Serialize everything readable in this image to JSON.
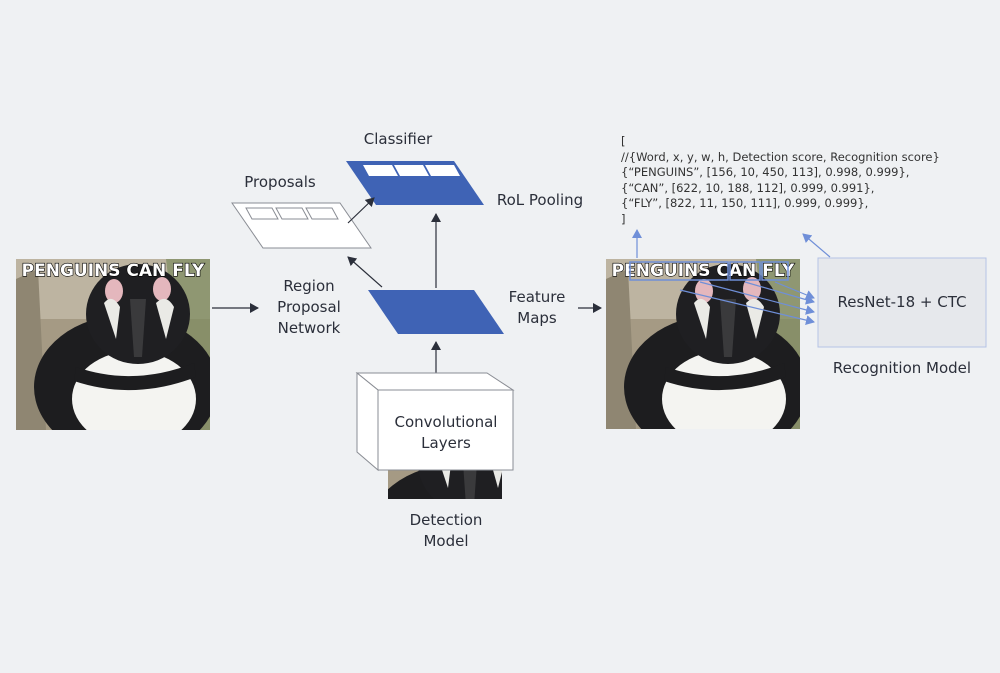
{
  "meme_text": "PENGUINS CAN FLY",
  "labels": {
    "classifier": "Classifier",
    "proposals": "Proposals",
    "roi_pooling": "RoL Pooling",
    "rpn_1": "Region",
    "rpn_2": "Proposal",
    "rpn_3": "Network",
    "feature_1": "Feature",
    "feature_2": "Maps",
    "conv_1": "Convolutional",
    "conv_2": "Layers",
    "detection_1": "Detection",
    "detection_2": "Model",
    "recognition_box": "ResNet-18 + CTC",
    "recognition_model": "Recognition Model"
  },
  "output_lines": [
    "[",
    "//{Word, x, y, w, h, Detection score, Recognition score}",
    "{“PENGUINS”, [156, 10, 450, 113], 0.998, 0.999},",
    "{“CAN”, [622, 10, 188, 112], 0.999, 0.991},",
    "{“FLY”, [822, 11, 150, 111], 0.999, 0.999},",
    "]"
  ],
  "colors": {
    "background": "#eff1f3",
    "accent_blue": "#3f63b5",
    "arrow_blue": "#6f8fd8",
    "text": "#2b2f3a",
    "box_gray": "#e6e8ec"
  }
}
